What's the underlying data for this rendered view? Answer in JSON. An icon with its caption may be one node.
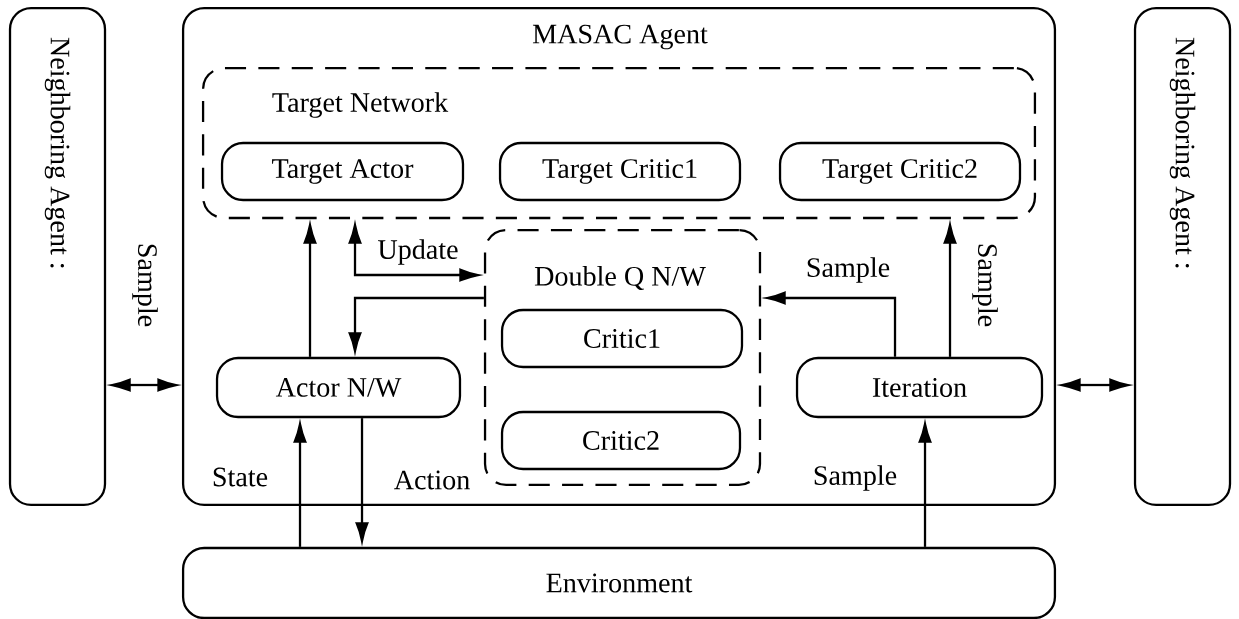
{
  "diagram": {
    "nodes": [
      {
        "text": [
          "Neighboring Agent :"
        ]
      },
      {
        "text": [
          "MASAC Agent"
        ]
      },
      {
        "text": [
          "Target Network"
        ],
        "in": 1
      },
      {
        "text": [
          "Target Actor"
        ],
        "in": 2
      },
      {
        "text": [
          "Target Critic1"
        ],
        "in": 2
      },
      {
        "text": [
          "Target Critic2"
        ],
        "in": 2
      },
      {
        "text": [
          "Double Q N/W"
        ],
        "in": 1
      },
      {
        "text": [
          "Critic1"
        ],
        "in": 6
      },
      {
        "text": [
          "Critic2"
        ],
        "in": 6
      },
      {
        "text": [
          "Actor N/W"
        ],
        "in": 1
      },
      {
        "text": [
          "Iteration"
        ],
        "in": 1
      },
      {
        "text": [
          "Neighboring Agent :"
        ]
      },
      {
        "text": [
          "Environment"
        ]
      }
    ],
    "edges": [
      {
        "from": 9,
        "to": 2,
        "arrow": "to"
      },
      {
        "from": 2,
        "to": 6,
        "arrow": "both",
        "label": "Update"
      },
      {
        "from": 6,
        "to": 9,
        "arrow": "to"
      },
      {
        "from": 10,
        "to": 6,
        "arrow": "to",
        "label": "Sample"
      },
      {
        "from": 10,
        "to": 2,
        "arrow": "to",
        "label": "Sample"
      },
      {
        "from": 12,
        "to": 9,
        "arrow": "to",
        "label": "State"
      },
      {
        "from": 9,
        "to": 12,
        "arrow": "to",
        "label": "Action"
      },
      {
        "from": 12,
        "to": 10,
        "arrow": "to",
        "label": "Sample"
      },
      {
        "from": 0,
        "to": 1,
        "arrow": "both",
        "label": "Sample"
      },
      {
        "from": 1,
        "to": 11,
        "arrow": "both"
      }
    ]
  }
}
